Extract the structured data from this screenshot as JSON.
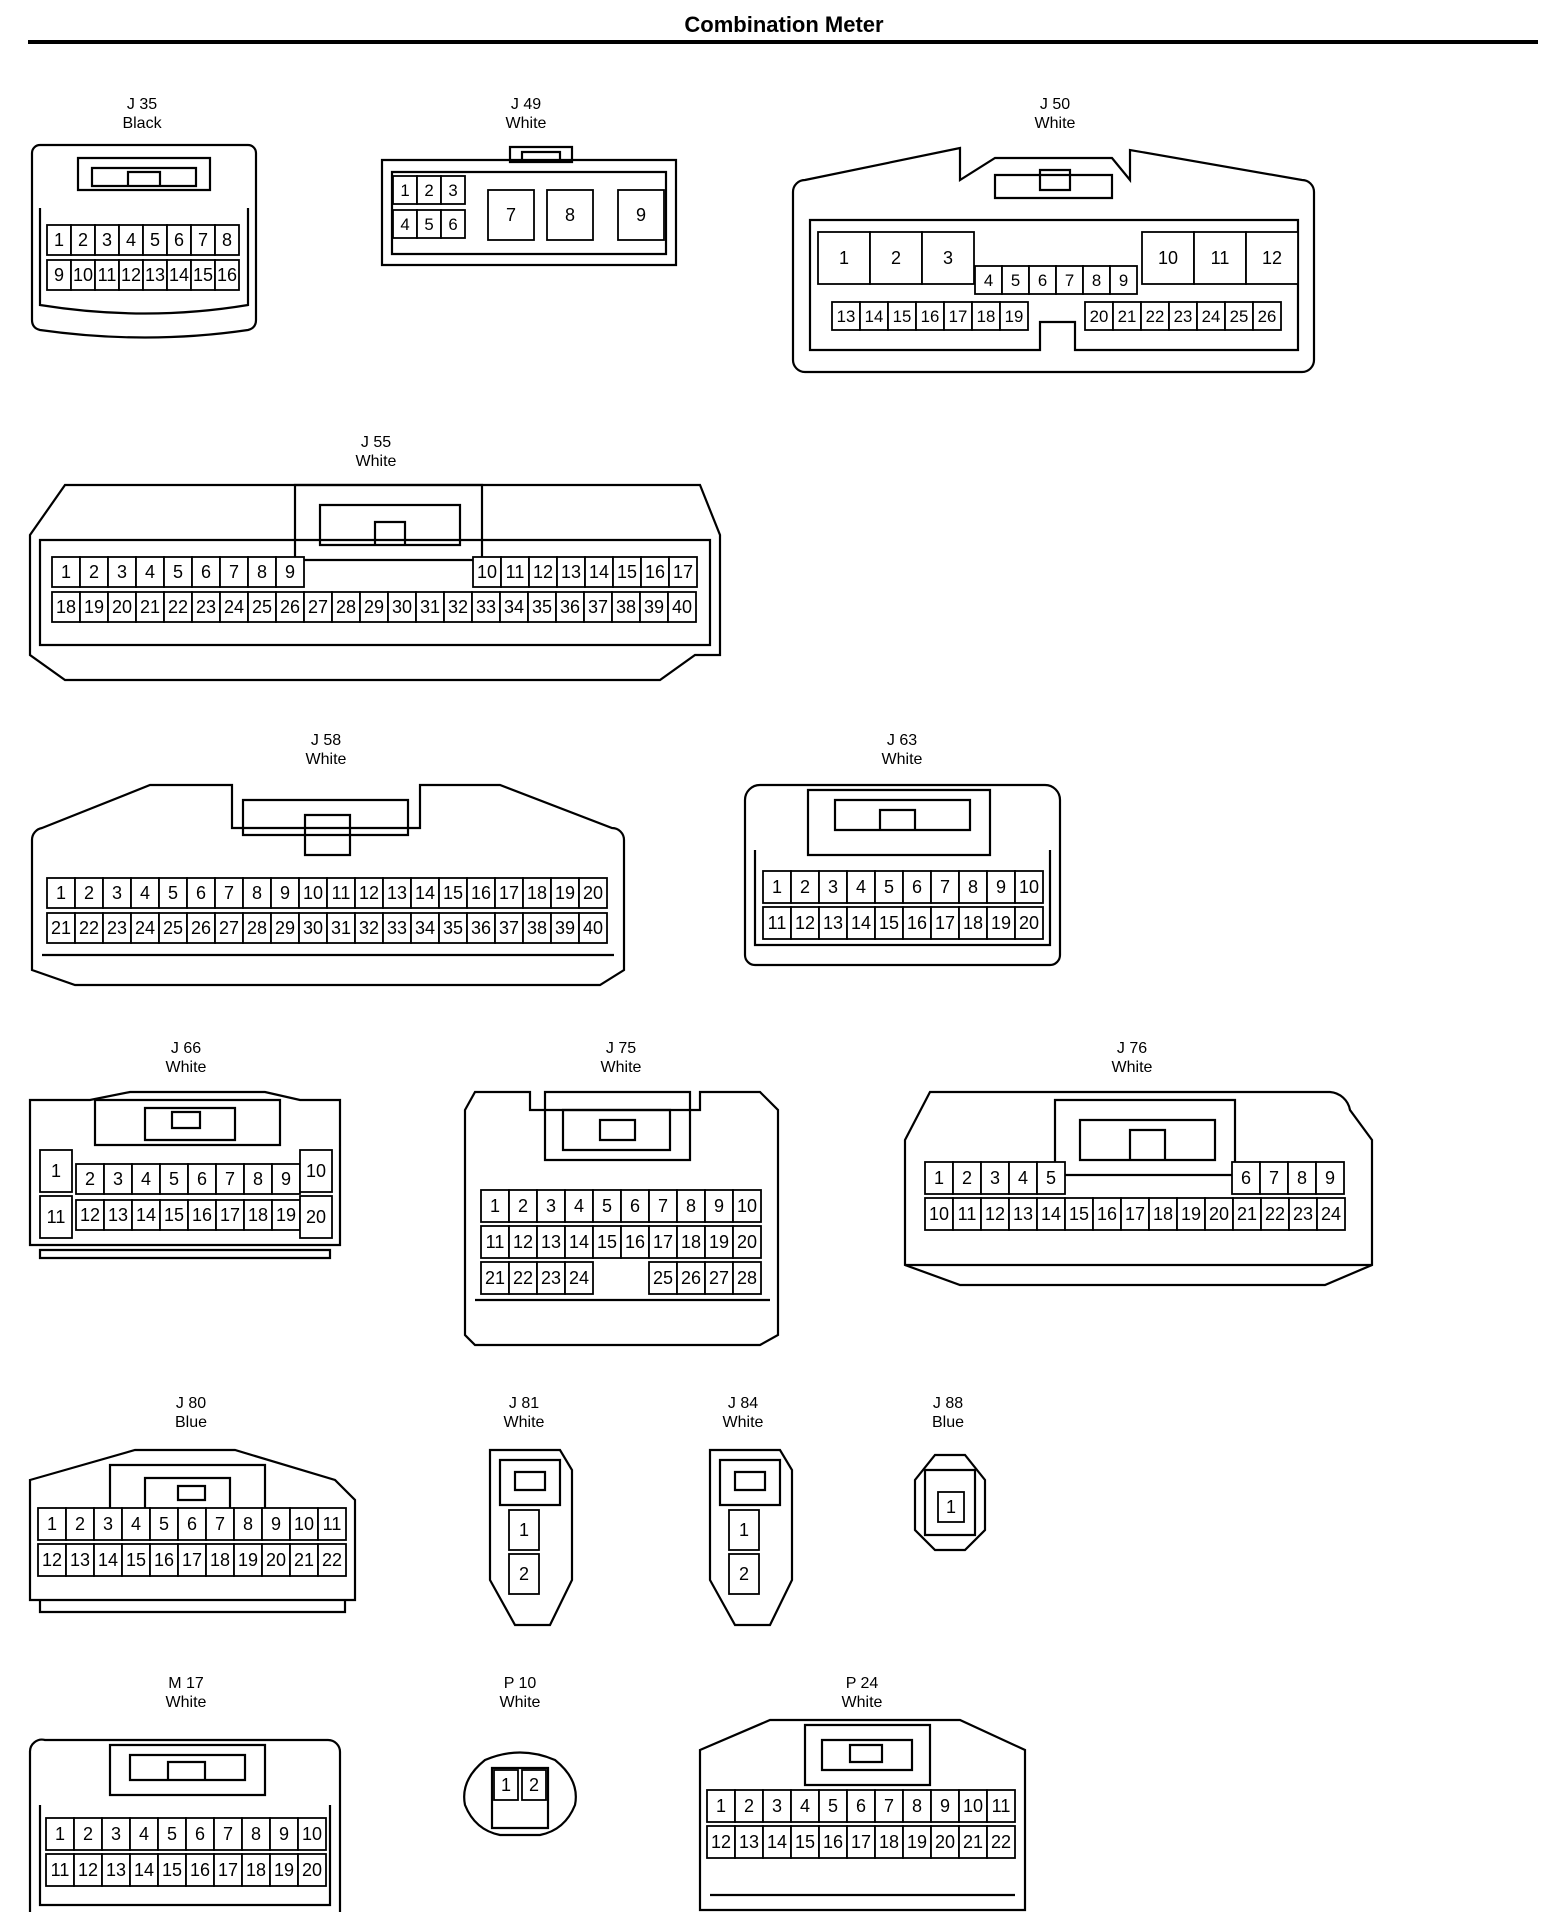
{
  "page": {
    "title": "Combination Meter"
  },
  "connectors": [
    {
      "id": "J 35",
      "color": "Black"
    },
    {
      "id": "J 49",
      "color": "White"
    },
    {
      "id": "J 50",
      "color": "White"
    },
    {
      "id": "J 55",
      "color": "White"
    },
    {
      "id": "J 58",
      "color": "White"
    },
    {
      "id": "J 63",
      "color": "White"
    },
    {
      "id": "J 66",
      "color": "White"
    },
    {
      "id": "J 75",
      "color": "White"
    },
    {
      "id": "J 76",
      "color": "White"
    },
    {
      "id": "J 80",
      "color": "Blue"
    },
    {
      "id": "J 81",
      "color": "White"
    },
    {
      "id": "J 84",
      "color": "White"
    },
    {
      "id": "J 88",
      "color": "Blue"
    },
    {
      "id": "M 17",
      "color": "White"
    },
    {
      "id": "P 10",
      "color": "White"
    },
    {
      "id": "P 24",
      "color": "White"
    }
  ]
}
